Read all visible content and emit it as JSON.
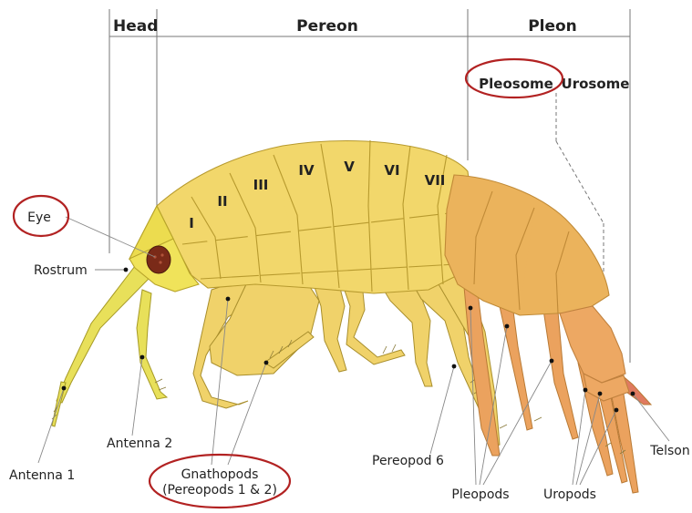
{
  "sections": {
    "head": "Head",
    "pereon": "Pereon",
    "pleon": "Pleon",
    "pleosome": "Pleosome",
    "urosome": "Urosome"
  },
  "segments": [
    "I",
    "II",
    "III",
    "IV",
    "V",
    "VI",
    "VII"
  ],
  "labels": {
    "eye": "Eye",
    "rostrum": "Rostrum",
    "antenna1": "Antenna 1",
    "antenna2": "Antenna 2",
    "gnathopods_line1": "Gnathopods",
    "gnathopods_line2": "(Pereopods 1 & 2)",
    "pereopod6": "Pereopod 6",
    "pleopods": "Pleopods",
    "uropods": "Uropods",
    "telson": "Telson"
  },
  "colors": {
    "highlight_circle": "#b22222",
    "pereon_body": "#f2d76b",
    "pleon_body": "#ebb35c",
    "eye": "#7a2a18"
  }
}
